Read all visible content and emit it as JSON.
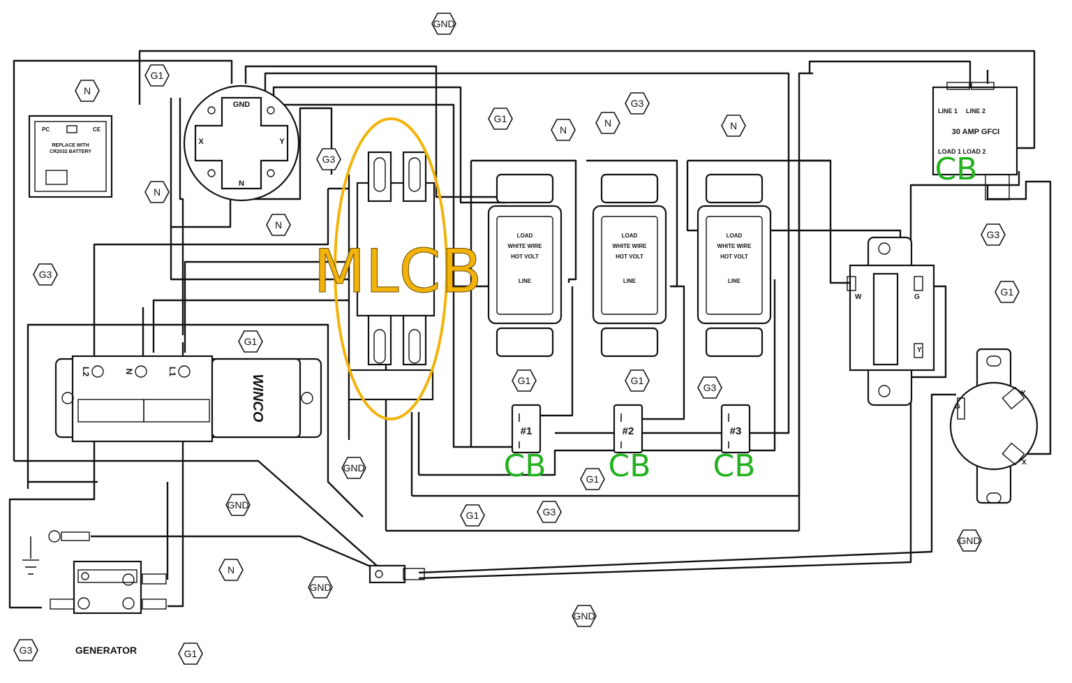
{
  "colors": {
    "wire": "#111111",
    "cb_label": "#22b11d",
    "mlcb_label": "#f2b40b"
  },
  "labels": {
    "gnd": "GND",
    "g1": "G1",
    "g3": "G3",
    "n": "N"
  },
  "receptacle_box": {
    "gnd": "GND",
    "x": "X",
    "y": "Y",
    "n": "N"
  },
  "battery_panel": {
    "pc": "PC",
    "ce": "CE",
    "replace": "REPLACE WITH",
    "battery": "CR2032 BATTERY"
  },
  "gfci": {
    "line1": "LINE 1",
    "line2": "LINE 2",
    "title": "30 AMP GFCI",
    "load": "LOAD 1 LOAD 2",
    "cb": "CB"
  },
  "breakers": [
    "#1",
    "#2",
    "#3"
  ],
  "cb_label": "CB",
  "mlcb_label": "MLCB",
  "outlets": {
    "line": "LINE",
    "load": "LOAD",
    "white_wire": "WHITE WIRE",
    "hot_volt": "HOT VOLT"
  },
  "generator_block": {
    "l2": "L2",
    "n": "N",
    "l1": "L1",
    "brand": "WINCO"
  },
  "transformer": {
    "w": "W",
    "g": "G",
    "y": "Y"
  },
  "twist_lock": {
    "g": "G",
    "y": "Y",
    "x": "X"
  },
  "generator_label": "GENERATOR"
}
